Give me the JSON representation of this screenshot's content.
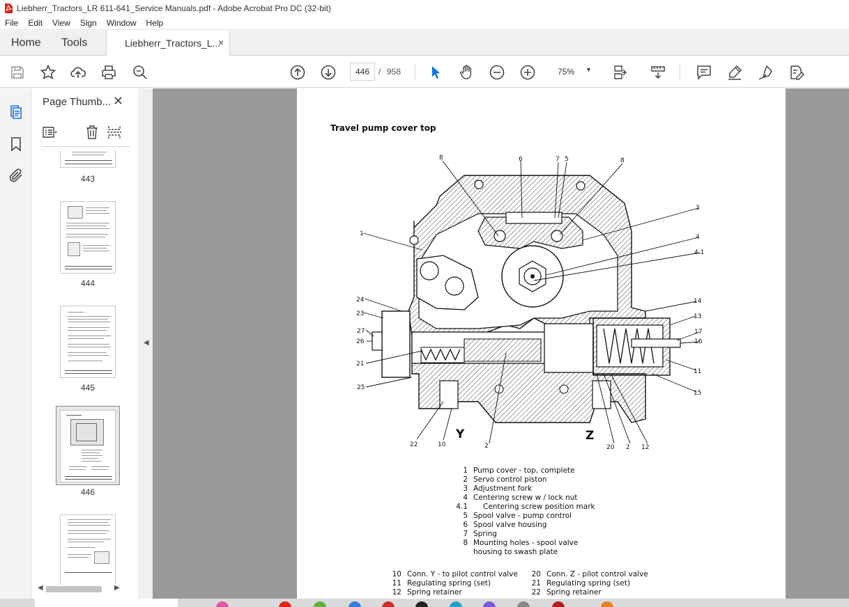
{
  "window": {
    "title": "Liebherr_Tractors_LR 611-641_Service Manuals.pdf - Adobe Acrobat Pro DC (32-bit)"
  },
  "menu": [
    "File",
    "Edit",
    "View",
    "Sign",
    "Window",
    "Help"
  ],
  "tabs": {
    "home": "Home",
    "tools": "Tools",
    "document": "Liebherr_Tractors_L...",
    "close": "×"
  },
  "toolbar": {
    "current_page": "446",
    "separator": "/",
    "total_pages": "958",
    "zoom": "75%",
    "zoom_caret": "▼"
  },
  "panel": {
    "title": "Page Thumb...",
    "close": "✕",
    "thumbnails": [
      {
        "label": "443"
      },
      {
        "label": "444"
      },
      {
        "label": "445"
      },
      {
        "label": "446",
        "selected": true
      },
      {
        "label": ""
      }
    ]
  },
  "document": {
    "heading": "Travel pump cover top",
    "callouts": [
      "8",
      "6",
      "7",
      "5",
      "8",
      "3",
      "1",
      "4",
      "4.1",
      "24",
      "14",
      "23",
      "13",
      "27",
      "17",
      "26",
      "16",
      "21",
      "11",
      "25",
      "15",
      "22",
      "10",
      "Y",
      "2",
      "Z",
      "20",
      "2",
      "12"
    ],
    "legend_main": [
      {
        "num": "1",
        "text": "Pump cover - top, complete"
      },
      {
        "num": "2",
        "text": "Servo control piston"
      },
      {
        "num": "3",
        "text": "Adjustment fork"
      },
      {
        "num": "4",
        "text": "Centering screw w / lock nut"
      },
      {
        "num": "4.1",
        "text": "Centering screw position mark"
      },
      {
        "num": "5",
        "text": "Spool valve - pump control"
      },
      {
        "num": "6",
        "text": "Spool valve housing"
      },
      {
        "num": "7",
        "text": "Spring"
      },
      {
        "num": "8",
        "text": "Mounting holes - spool valve"
      },
      {
        "num": "",
        "text": "housing to swash plate"
      }
    ],
    "legend_left": [
      {
        "num": "10",
        "text": "Conn. Y - to pilot control valve"
      },
      {
        "num": "11",
        "text": "Regulating spring (set)"
      },
      {
        "num": "12",
        "text": "Spring retainer"
      }
    ],
    "legend_right": [
      {
        "num": "20",
        "text": "Conn. Z - pilot control valve"
      },
      {
        "num": "21",
        "text": "Regulating spring (set)"
      },
      {
        "num": "22",
        "text": "Spring retainer"
      }
    ]
  },
  "colors": {
    "accent": "#1473e6",
    "pdf_red": "#e2231a",
    "canvas": "#999a9c"
  }
}
